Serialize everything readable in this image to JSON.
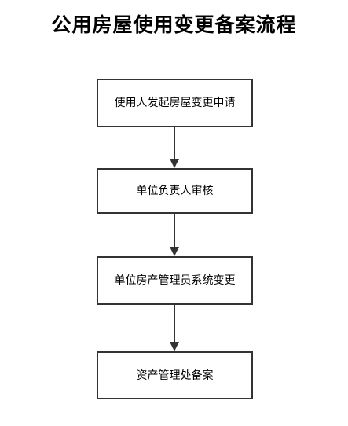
{
  "title": "公用房屋使用变更备案流程",
  "steps": [
    {
      "label": "使用人发起房屋变更申请"
    },
    {
      "label": "单位负责人审核"
    },
    {
      "label": "单位房产管理员系统变更"
    },
    {
      "label": "资产管理处备案"
    }
  ],
  "colors": {
    "border": "#333333",
    "arrow": "#333333",
    "text": "#000000"
  }
}
